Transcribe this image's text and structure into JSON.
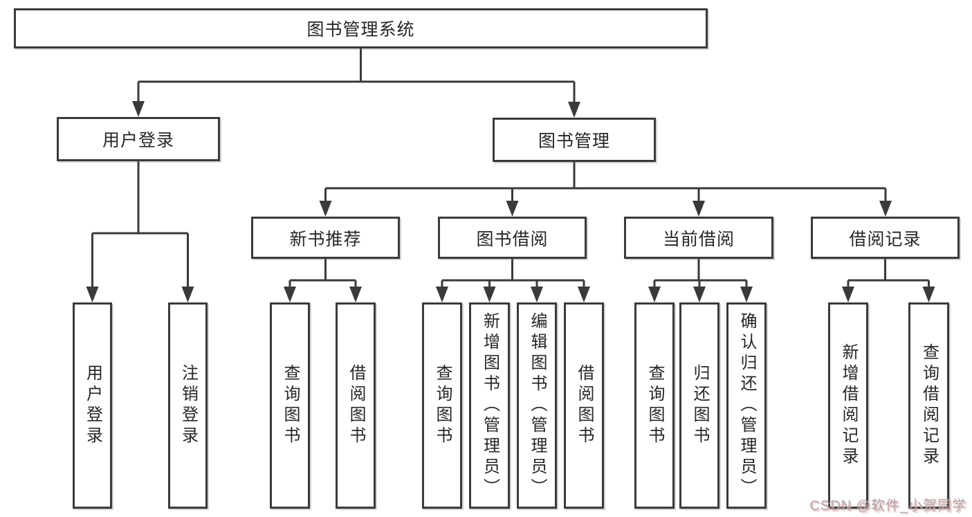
{
  "diagram": {
    "title_node": "图书管理系统",
    "nodes": {
      "user_login": "用户登录",
      "book_management": "图书管理",
      "new_book_recommend": "新书推荐",
      "book_borrow": "图书借阅",
      "current_borrow": "当前借阅",
      "borrow_records": "借阅记录",
      "leaf_user_login": "用户登录",
      "leaf_logout": "注销登录",
      "rec_query_book": "查询图书",
      "rec_borrow_book": "借阅图书",
      "bb_query_book": "查询图书",
      "bb_add_book_admin": "新增图书（管理员）",
      "bb_edit_book_admin": "编辑图书（管理员）",
      "bb_borrow_book": "借阅图书",
      "cb_query_book": "查询图书",
      "cb_return_book": "归还图书",
      "cb_confirm_return_admin": "确认归还（管理员）",
      "br_add_record": "新增借阅记录",
      "br_query_record": "查询借阅记录"
    },
    "colors": {
      "line": "#3a3a3a",
      "box_border": "#3a3a3a",
      "text": "#262626",
      "watermark": "#a8a8a8",
      "watermark_tint": "#f6a0a0"
    }
  },
  "watermark": "CSDN @软件_小贺同学"
}
